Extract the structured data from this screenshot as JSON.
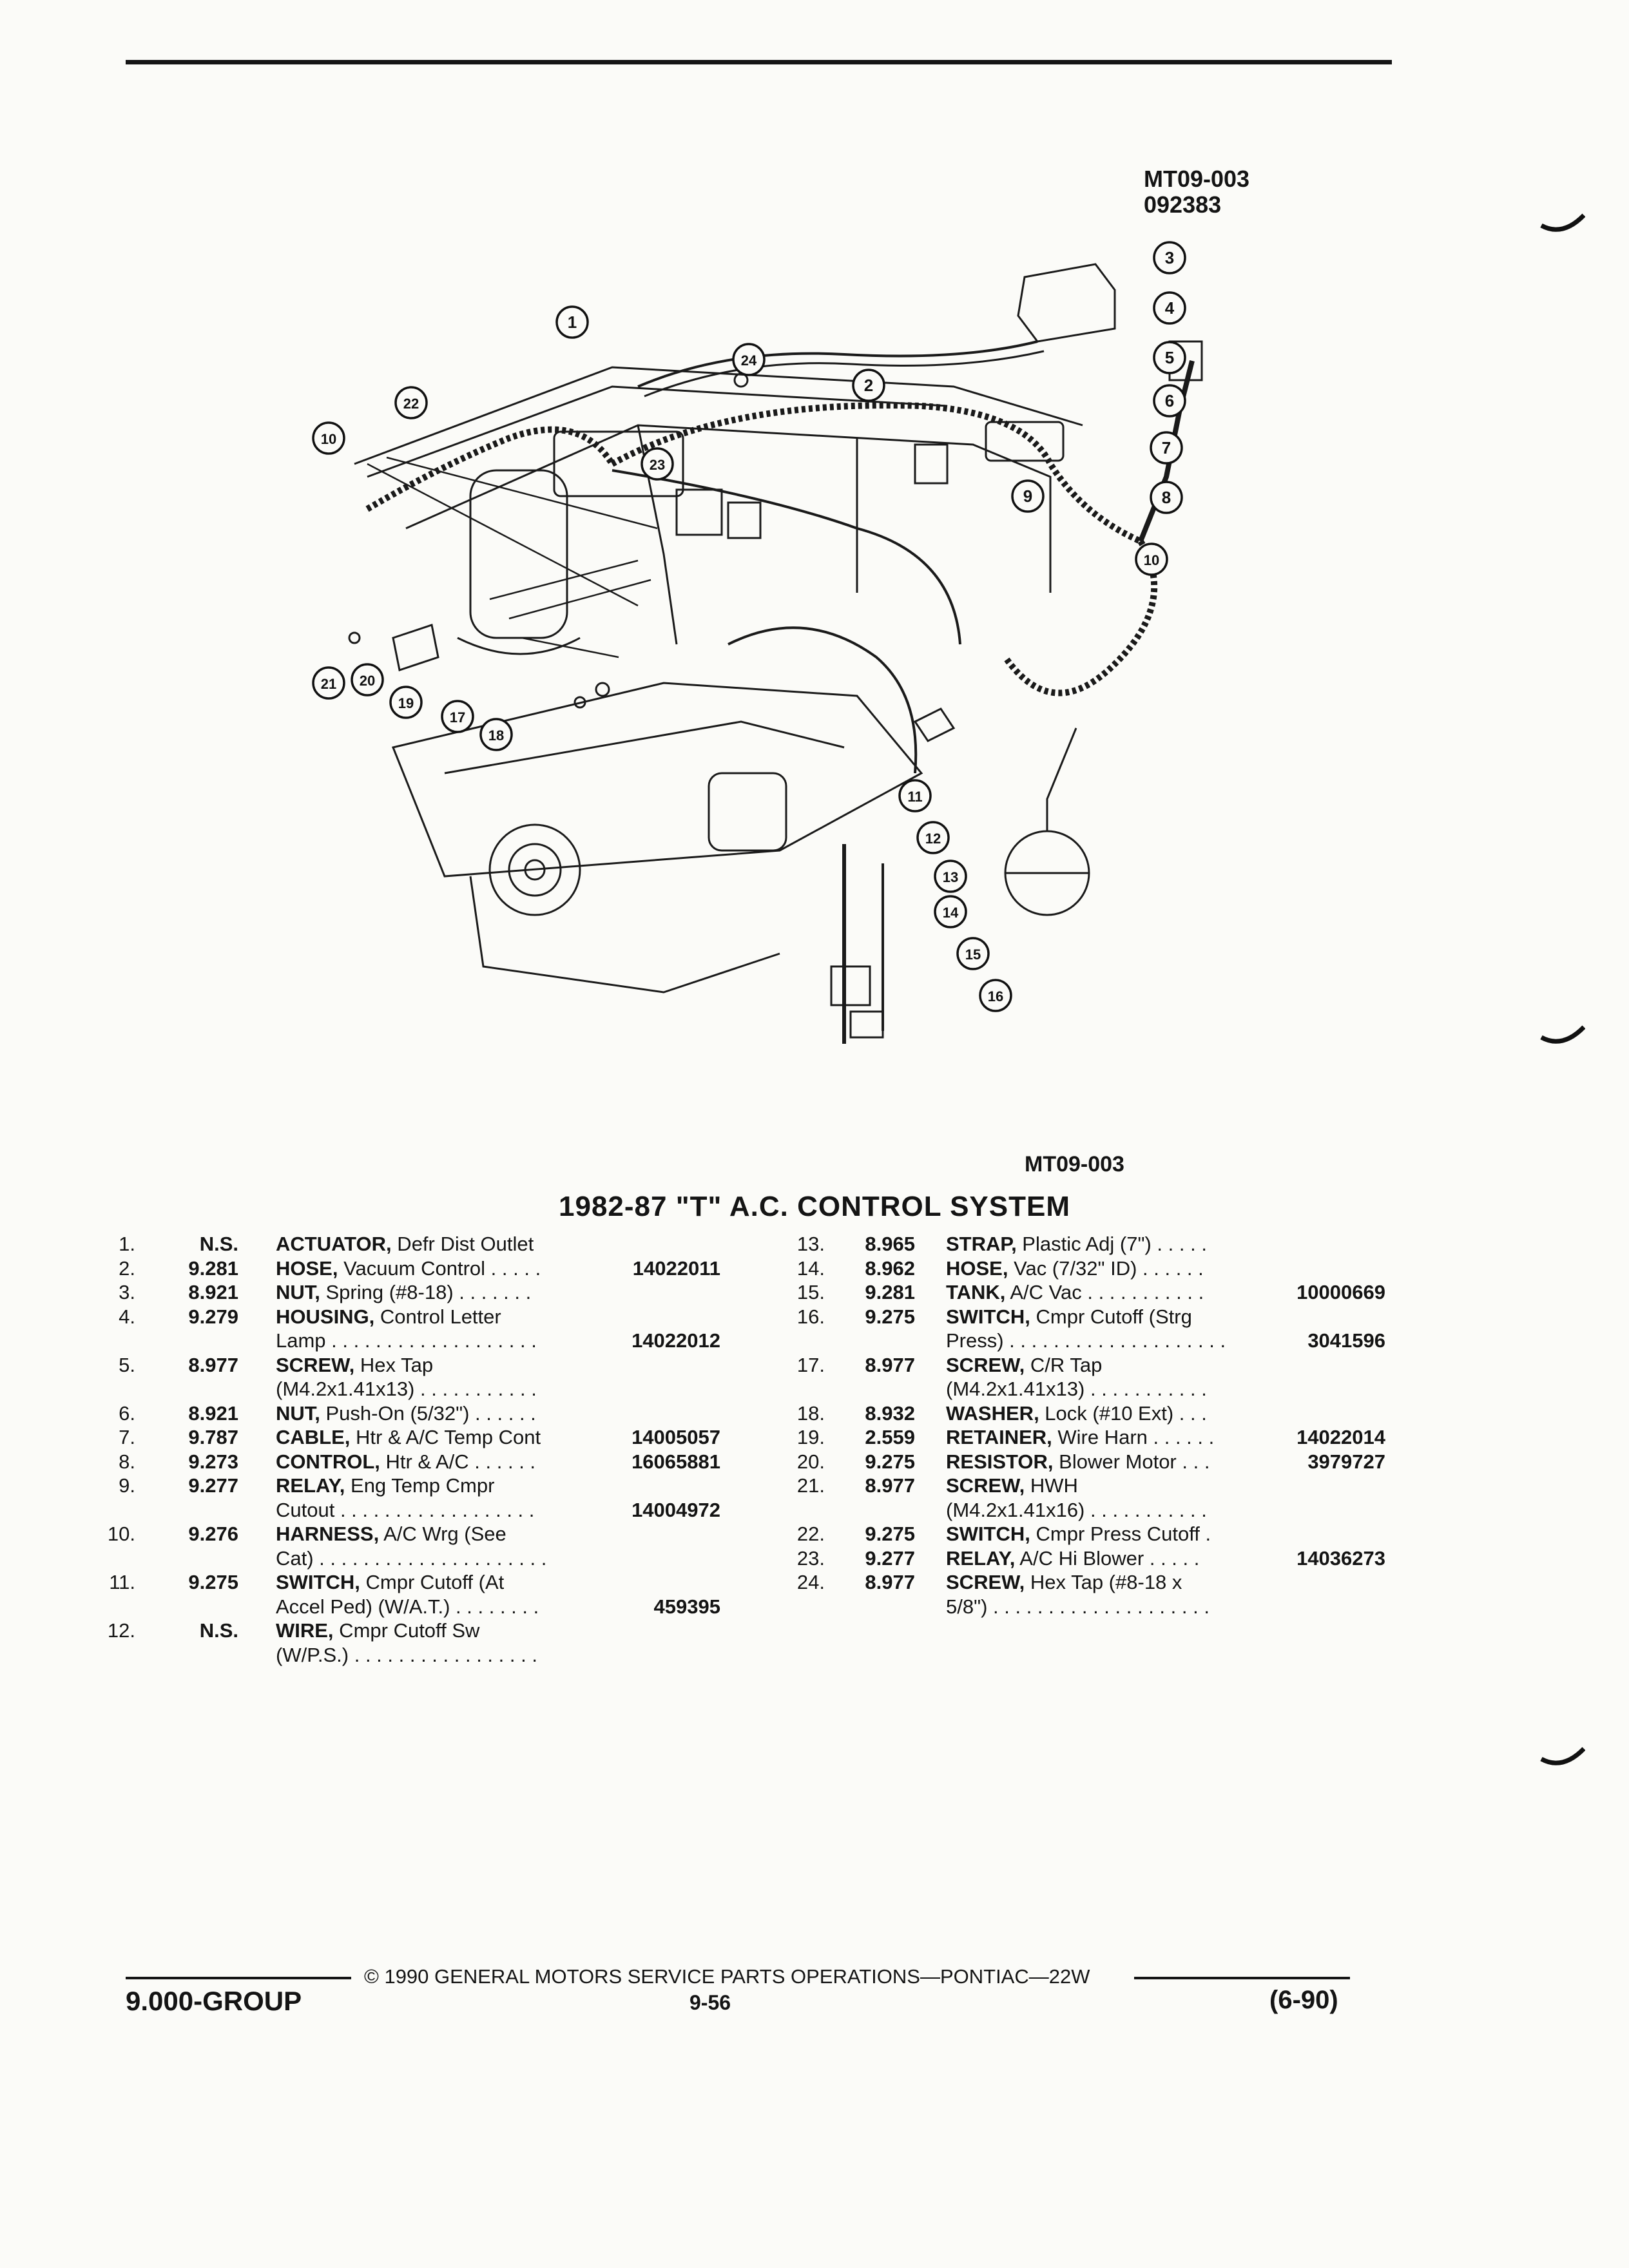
{
  "figure": {
    "codes": [
      "MT09-003",
      "092383"
    ],
    "caption": "MT09-003",
    "callouts": [
      "1",
      "2",
      "3",
      "4",
      "5",
      "6",
      "7",
      "8",
      "9",
      "10",
      "10",
      "11",
      "12",
      "13",
      "14",
      "15",
      "16",
      "17",
      "18",
      "19",
      "20",
      "21",
      "22",
      "23",
      "24"
    ]
  },
  "title": "1982-87 \"T\" A.C. CONTROL SYSTEM",
  "parts_left": [
    {
      "num": "1.",
      "code": "N.S.",
      "lines": [
        {
          "name": "ACTUATOR,",
          "text": " Defr Dist Outlet",
          "pn": ""
        }
      ]
    },
    {
      "num": "2.",
      "code": "9.281",
      "lines": [
        {
          "name": "HOSE,",
          "text": " Vacuum Control . . . . .",
          "pn": "14022011"
        }
      ]
    },
    {
      "num": "3.",
      "code": "8.921",
      "lines": [
        {
          "name": "NUT,",
          "text": " Spring (#8-18) . . . . . . .",
          "pn": ""
        }
      ]
    },
    {
      "num": "4.",
      "code": "9.279",
      "lines": [
        {
          "name": "HOUSING,",
          "text": " Control Letter",
          "pn": ""
        },
        {
          "name": "",
          "text": "Lamp . . . . . . . . . . . . . . . . . . .",
          "pn": "14022012"
        }
      ]
    },
    {
      "num": "5.",
      "code": "8.977",
      "lines": [
        {
          "name": "SCREW,",
          "text": " Hex Tap",
          "pn": ""
        },
        {
          "name": "",
          "text": "(M4.2x1.41x13) . . . . . . . . . . .",
          "pn": ""
        }
      ]
    },
    {
      "num": "6.",
      "code": "8.921",
      "lines": [
        {
          "name": "NUT,",
          "text": " Push-On (5/32\") . . . . . .",
          "pn": ""
        }
      ]
    },
    {
      "num": "7.",
      "code": "9.787",
      "lines": [
        {
          "name": "CABLE,",
          "text": " Htr & A/C Temp Cont",
          "pn": "14005057"
        }
      ]
    },
    {
      "num": "8.",
      "code": "9.273",
      "lines": [
        {
          "name": "CONTROL,",
          "text": " Htr & A/C . . . . . .",
          "pn": "16065881"
        }
      ]
    },
    {
      "num": "9.",
      "code": "9.277",
      "lines": [
        {
          "name": "RELAY,",
          "text": " Eng Temp Cmpr",
          "pn": ""
        },
        {
          "name": "",
          "text": "Cutout . . . . . . . . . . . . . . . . . .",
          "pn": "14004972"
        }
      ]
    },
    {
      "num": "10.",
      "code": "9.276",
      "lines": [
        {
          "name": "HARNESS,",
          "text": " A/C Wrg (See",
          "pn": ""
        },
        {
          "name": "",
          "text": "Cat) . . . . . . . . . . . . . . . . . . . . .",
          "pn": ""
        }
      ]
    },
    {
      "num": "11.",
      "code": "9.275",
      "lines": [
        {
          "name": "SWITCH,",
          "text": " Cmpr Cutoff (At",
          "pn": ""
        },
        {
          "name": "",
          "text": "Accel Ped) (W/A.T.) . . . . . . . .",
          "pn": "459395"
        }
      ]
    },
    {
      "num": "12.",
      "code": "N.S.",
      "lines": [
        {
          "name": "WIRE,",
          "text": " Cmpr Cutoff Sw",
          "pn": ""
        },
        {
          "name": "",
          "text": "(W/P.S.) . . . . . . . . . . . . . . . . .",
          "pn": ""
        }
      ]
    }
  ],
  "parts_right": [
    {
      "num": "13.",
      "code": "8.965",
      "lines": [
        {
          "name": "STRAP,",
          "text": " Plastic Adj (7\") . . . . .",
          "pn": ""
        }
      ]
    },
    {
      "num": "14.",
      "code": "8.962",
      "lines": [
        {
          "name": "HOSE,",
          "text": " Vac (7/32\" ID) . . . . . .",
          "pn": ""
        }
      ]
    },
    {
      "num": "15.",
      "code": "9.281",
      "lines": [
        {
          "name": "TANK,",
          "text": " A/C Vac . . . . . . . . . . .",
          "pn": "10000669"
        }
      ]
    },
    {
      "num": "16.",
      "code": "9.275",
      "lines": [
        {
          "name": "SWITCH,",
          "text": " Cmpr Cutoff (Strg",
          "pn": ""
        },
        {
          "name": "",
          "text": "Press) . . . . . . . . . . . . . . . . . . . .",
          "pn": "3041596"
        }
      ]
    },
    {
      "num": "17.",
      "code": "8.977",
      "lines": [
        {
          "name": "SCREW,",
          "text": " C/R Tap",
          "pn": ""
        },
        {
          "name": "",
          "text": "(M4.2x1.41x13) . . . . . . . . . . .",
          "pn": ""
        }
      ]
    },
    {
      "num": "18.",
      "code": "8.932",
      "lines": [
        {
          "name": "WASHER,",
          "text": " Lock (#10 Ext) . . .",
          "pn": ""
        }
      ]
    },
    {
      "num": "19.",
      "code": "2.559",
      "lines": [
        {
          "name": "RETAINER,",
          "text": " Wire Harn . . . . . .",
          "pn": "14022014"
        }
      ]
    },
    {
      "num": "20.",
      "code": "9.275",
      "lines": [
        {
          "name": "RESISTOR,",
          "text": " Blower Motor . . .",
          "pn": "3979727"
        }
      ]
    },
    {
      "num": "21.",
      "code": "8.977",
      "lines": [
        {
          "name": "SCREW,",
          "text": " HWH",
          "pn": ""
        },
        {
          "name": "",
          "text": "(M4.2x1.41x16) . . . . . . . . . . .",
          "pn": ""
        }
      ]
    },
    {
      "num": "22.",
      "code": "9.275",
      "lines": [
        {
          "name": "SWITCH,",
          "text": " Cmpr Press Cutoff .",
          "pn": ""
        }
      ]
    },
    {
      "num": "23.",
      "code": "9.277",
      "lines": [
        {
          "name": "RELAY,",
          "text": " A/C Hi Blower . . . . .",
          "pn": "14036273"
        }
      ]
    },
    {
      "num": "24.",
      "code": "8.977",
      "lines": [
        {
          "name": "SCREW,",
          "text": " Hex Tap (#8-18 x",
          "pn": ""
        },
        {
          "name": "",
          "text": "5/8\") . . . . . . . . . . . . . . . . . . . .",
          "pn": ""
        }
      ]
    }
  ],
  "footer": {
    "copyright": "© 1990 GENERAL MOTORS SERVICE PARTS OPERATIONS—PONTIAC—22W",
    "group": "9.000-GROUP",
    "page": "9-56",
    "date": "(6-90)"
  }
}
